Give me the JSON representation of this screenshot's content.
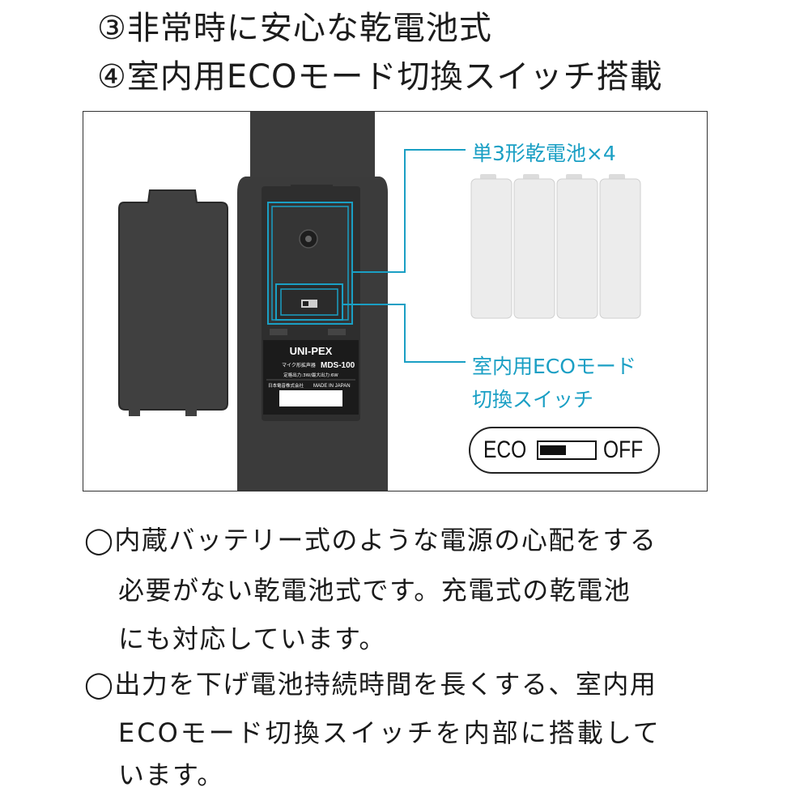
{
  "headings": {
    "item3": "③非常時に安心な乾電池式",
    "item4": "④室内用ECOモード切換スイッチ搭載"
  },
  "figure": {
    "callout_battery": "単3形乾電池×4",
    "callout_eco_line1": "室内用ECOモード",
    "callout_eco_line2": "切換スイッチ",
    "eco_switch": {
      "left_label": "ECO",
      "right_label": "OFF",
      "position": "left"
    },
    "label_plate": {
      "brand": "UNI-PEX",
      "product_prefix": "マイク形拡声器",
      "model": "MDS-100",
      "power": "定格出力:3W/最大出力:6W",
      "maker": "日本電音株式会社",
      "origin": "MADE IN JAPAN"
    },
    "colors": {
      "accent": "#1a9fc4",
      "device": "#3b3b3b",
      "battery": "#e8e8e8"
    }
  },
  "paragraphs": {
    "p1_line1": "◯内蔵バッテリー式のような電源の心配をする",
    "p1_line2": "必要がない乾電池式です。充電式の乾電池",
    "p1_line3": "にも対応しています。",
    "p2_line1": "◯出力を下げ電池持続時間を長くする、室内用",
    "p2_line2": "ECOモード切換スイッチを内部に搭載して",
    "p2_line3": "います。"
  }
}
